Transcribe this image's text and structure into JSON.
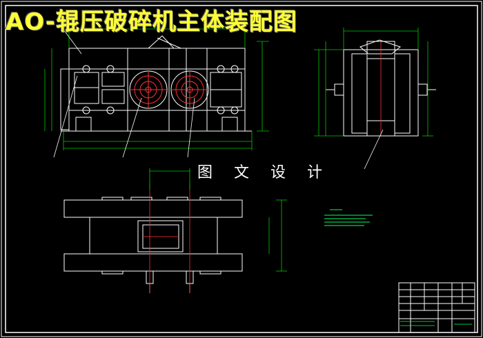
{
  "title": "AO-辊压破碎机主体装配图",
  "watermark": "图 文 设 计",
  "colors": {
    "background": "#000000",
    "frame": "#ffffff",
    "outline": "#ffffff",
    "dimension": "#00cc00",
    "leader": "#ffffff",
    "hatch": "#ff3333",
    "title_text": "#ffff33",
    "watermark_text": "#ffffff",
    "notes": "#00ff66"
  },
  "views": {
    "front": "front-view",
    "side": "side-view",
    "top": "top-view"
  }
}
